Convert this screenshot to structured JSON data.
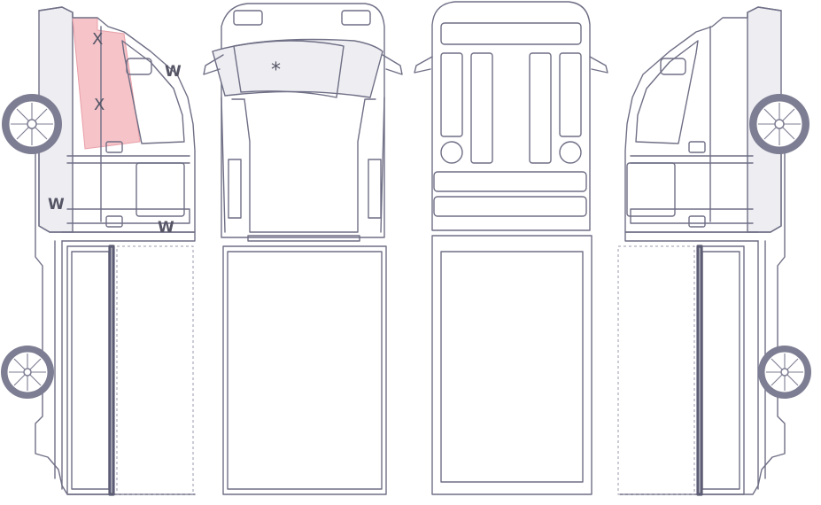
{
  "colors": {
    "line": "#6f6f86",
    "damage_fill": "#f5c3c8",
    "damage_stroke": "#e8a0a8",
    "cab_fill": "#ededf2",
    "mark_color": "#555566"
  },
  "views": [
    {
      "name": "left-side"
    },
    {
      "name": "front-top"
    },
    {
      "name": "rear"
    },
    {
      "name": "right-side"
    }
  ],
  "markers": {
    "x_upper": "X",
    "x_lower": "X",
    "w_door": "W",
    "w_bottom_left": "W",
    "w_sill": "W",
    "star": "*"
  }
}
